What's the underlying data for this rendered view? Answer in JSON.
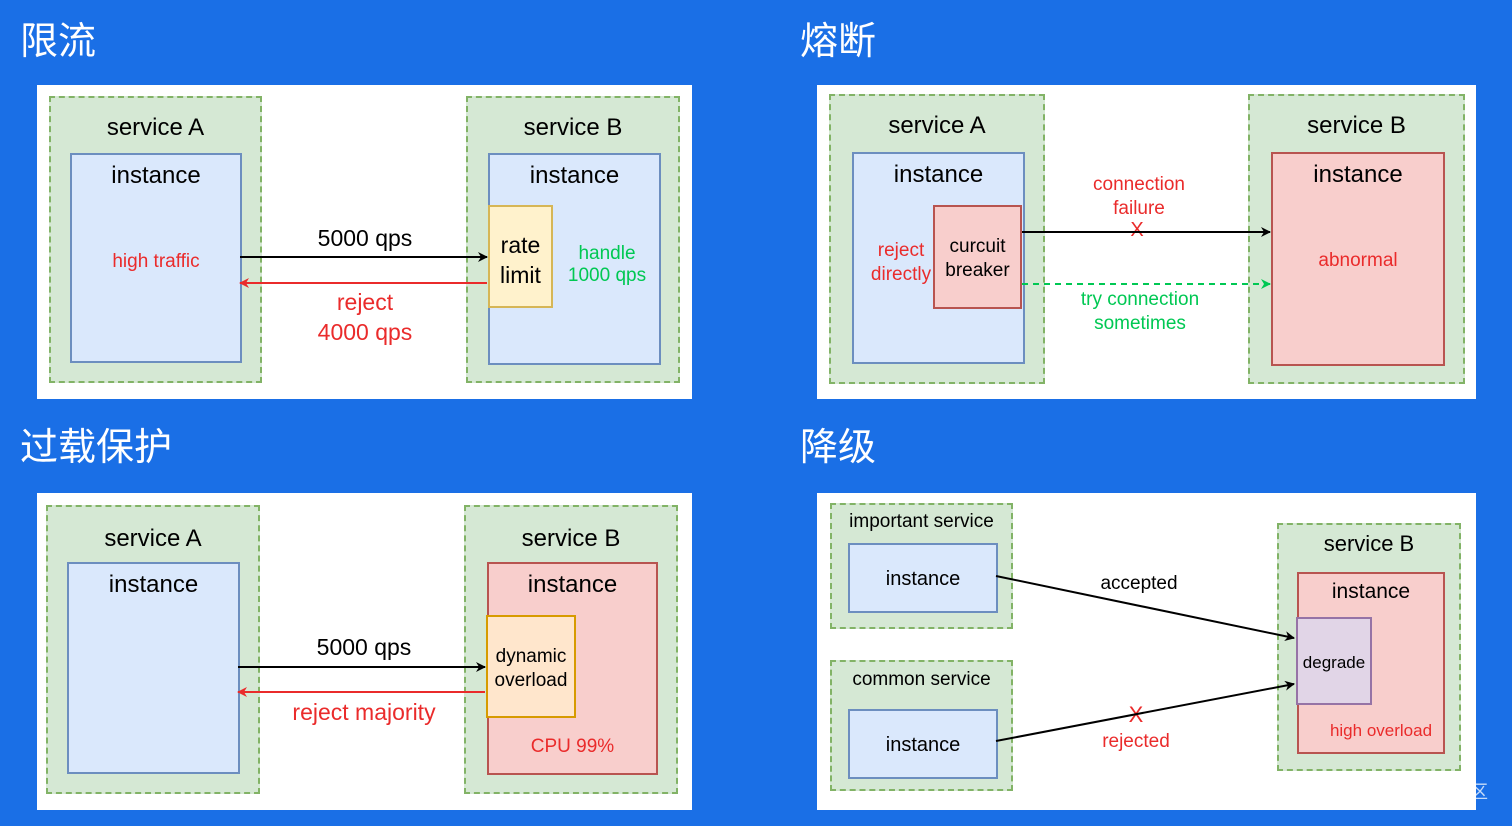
{
  "panels": {
    "rate_limit": {
      "title": "限流",
      "service_a": "service A",
      "service_b": "service B",
      "instance_a": "instance",
      "instance_b": "instance",
      "traffic": "high traffic",
      "qps_label": "5000 qps",
      "reject_label_1": "reject",
      "reject_label_2": "4000 qps",
      "limiter_1": "rate",
      "limiter_2": "limit",
      "handle_1": "handle",
      "handle_2": "1000 qps"
    },
    "circuit_breaker": {
      "title": "熔断",
      "service_a": "service A",
      "service_b": "service B",
      "instance_a": "instance",
      "instance_b": "instance",
      "reject_1": "reject",
      "reject_2": "directly",
      "breaker_1": "curcuit",
      "breaker_2": "breaker",
      "failure_1": "connection",
      "failure_2": "failure",
      "fail_mark": "X",
      "try_1": "try connection",
      "try_2": "sometimes",
      "abnormal": "abnormal"
    },
    "overload": {
      "title": "过载保护",
      "service_a": "service A",
      "service_b": "service B",
      "instance_a": "instance",
      "instance_b": "instance",
      "qps_label": "5000 qps",
      "reject_label": "reject majority",
      "dynamic_1": "dynamic",
      "dynamic_2": "overload",
      "cpu": "CPU 99%"
    },
    "degrade": {
      "title": "降级",
      "important": "important service",
      "common": "common service",
      "instance_imp": "instance",
      "instance_com": "instance",
      "service_b": "service B",
      "instance_b": "instance",
      "accepted": "accepted",
      "rejected": "rejected",
      "reject_mark": "X",
      "degrade": "degrade",
      "high_overload": "high overload"
    }
  },
  "watermark": "@稀土掘金技术社区"
}
